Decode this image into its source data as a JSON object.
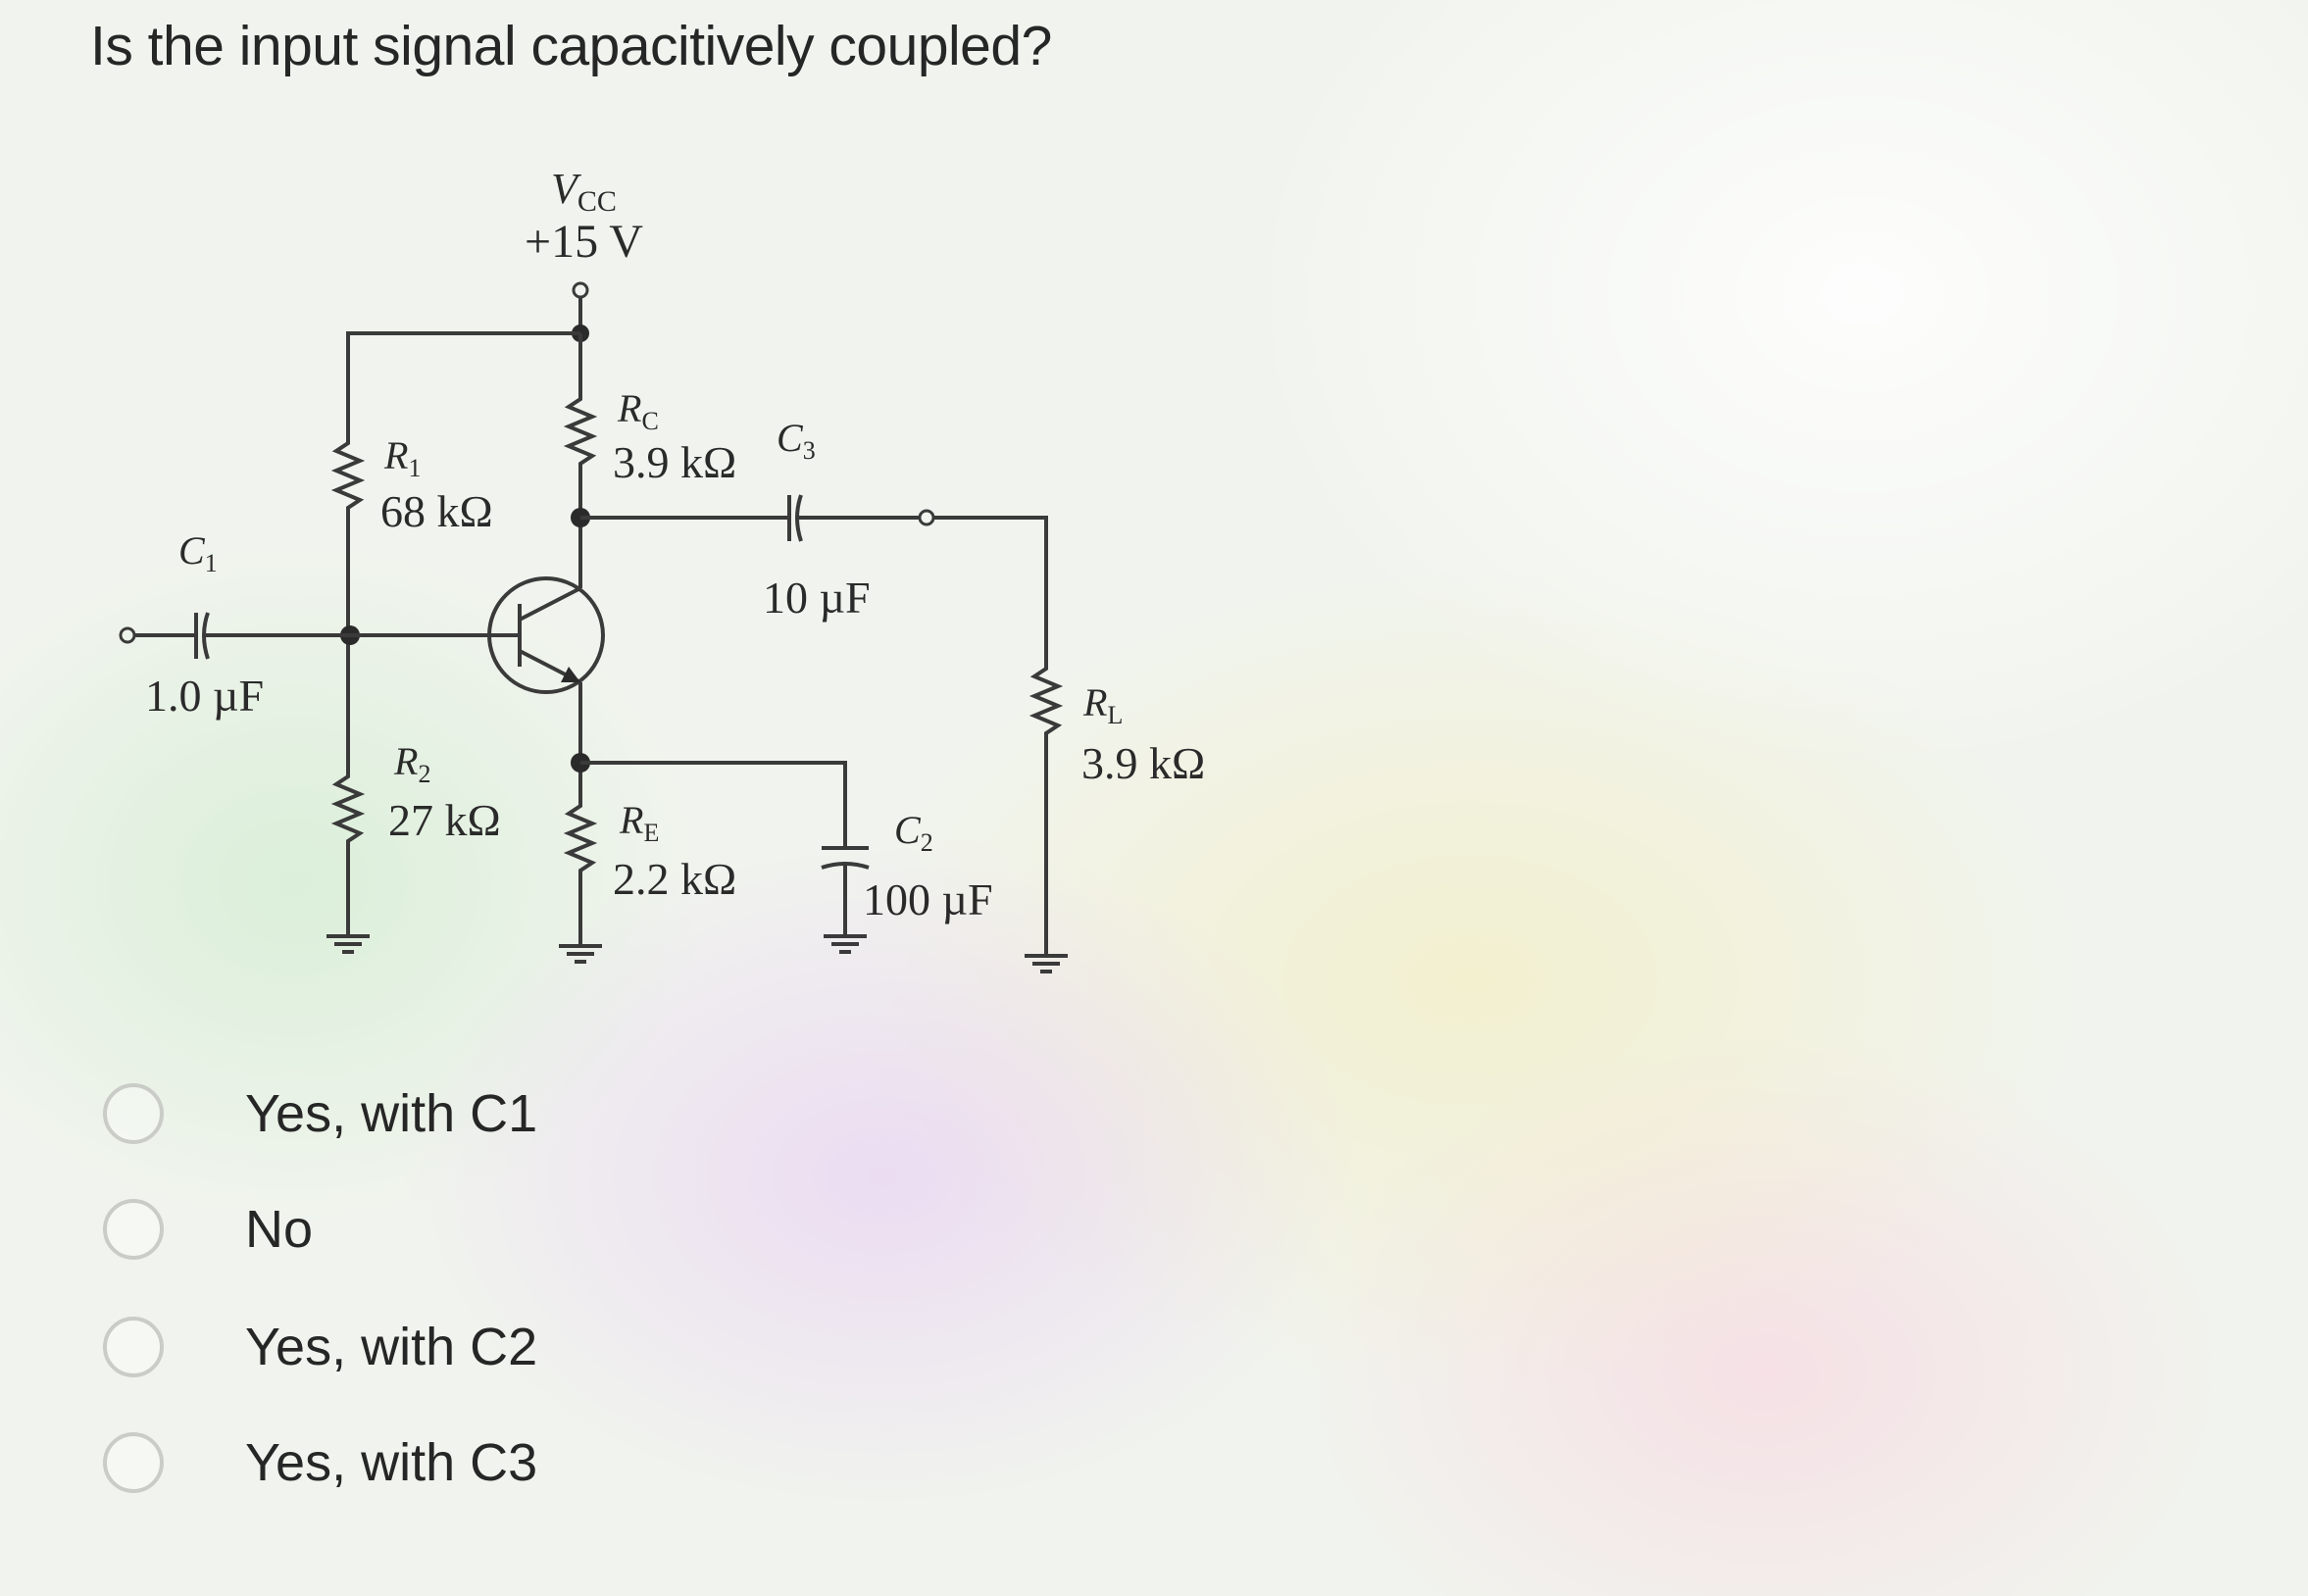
{
  "question": "Is the input signal capacitively coupled?",
  "circuit": {
    "vcc_name": "V",
    "vcc_sub": "CC",
    "vcc_value": "+15 V",
    "r1_name": "R",
    "r1_sub": "1",
    "r1_value": "68 kΩ",
    "r2_name": "R",
    "r2_sub": "2",
    "r2_value": "27 kΩ",
    "rc_name": "R",
    "rc_sub": "C",
    "rc_value": "3.9 kΩ",
    "re_name": "R",
    "re_sub": "E",
    "re_value": "2.2 kΩ",
    "rl_name": "R",
    "rl_sub": "L",
    "rl_value": "3.9 kΩ",
    "c1_name": "C",
    "c1_sub": "1",
    "c1_value": "1.0 µF",
    "c2_name": "C",
    "c2_sub": "2",
    "c2_value": "100 µF",
    "c3_name": "C",
    "c3_sub": "3",
    "c3_value": "10 µF"
  },
  "options": [
    {
      "label": "Yes, with C1"
    },
    {
      "label": "No"
    },
    {
      "label": "Yes, with C2"
    },
    {
      "label": "Yes, with C3"
    }
  ]
}
